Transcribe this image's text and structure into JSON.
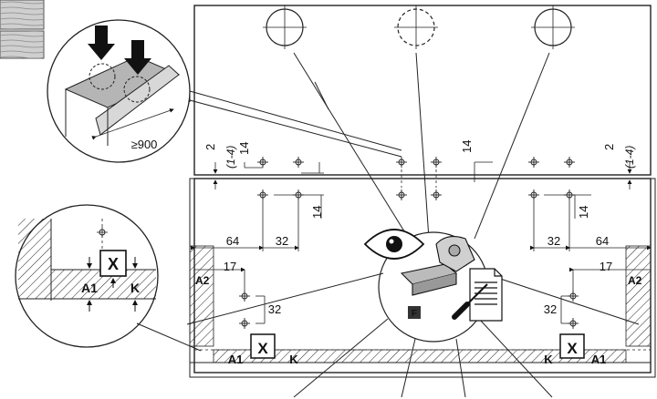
{
  "dimensions": {
    "gap_top_left": "2",
    "gap_range_left": "(1-4)",
    "gap_top_right": "2",
    "gap_range_right": "(1-4)",
    "offset_14_a": "14",
    "offset_14_b": "14",
    "offset_14_c": "14",
    "offset_14_d": "14",
    "spacing_64_left": "64",
    "spacing_32_left": "32",
    "spacing_32_right": "32",
    "spacing_64_right": "64",
    "side_17_left": "17",
    "side_17_right": "17",
    "hole_32_left": "32",
    "hole_32_right": "32",
    "min_opening": "≥900"
  },
  "labels": {
    "a2_left": "A2",
    "a2_right": "A2",
    "a1_detail": "A1",
    "a1_left": "A1",
    "a1_right": "A1",
    "k_detail": "K",
    "k_left": "K",
    "k_right": "K",
    "x_detail": "X",
    "x_left": "X",
    "x_right": "X",
    "f_tag": "F"
  },
  "icons": [
    "eye-icon",
    "hinge-icon",
    "document-icon",
    "screwdriver-icon",
    "wood-sample-icon",
    "press-arrow-icon"
  ]
}
